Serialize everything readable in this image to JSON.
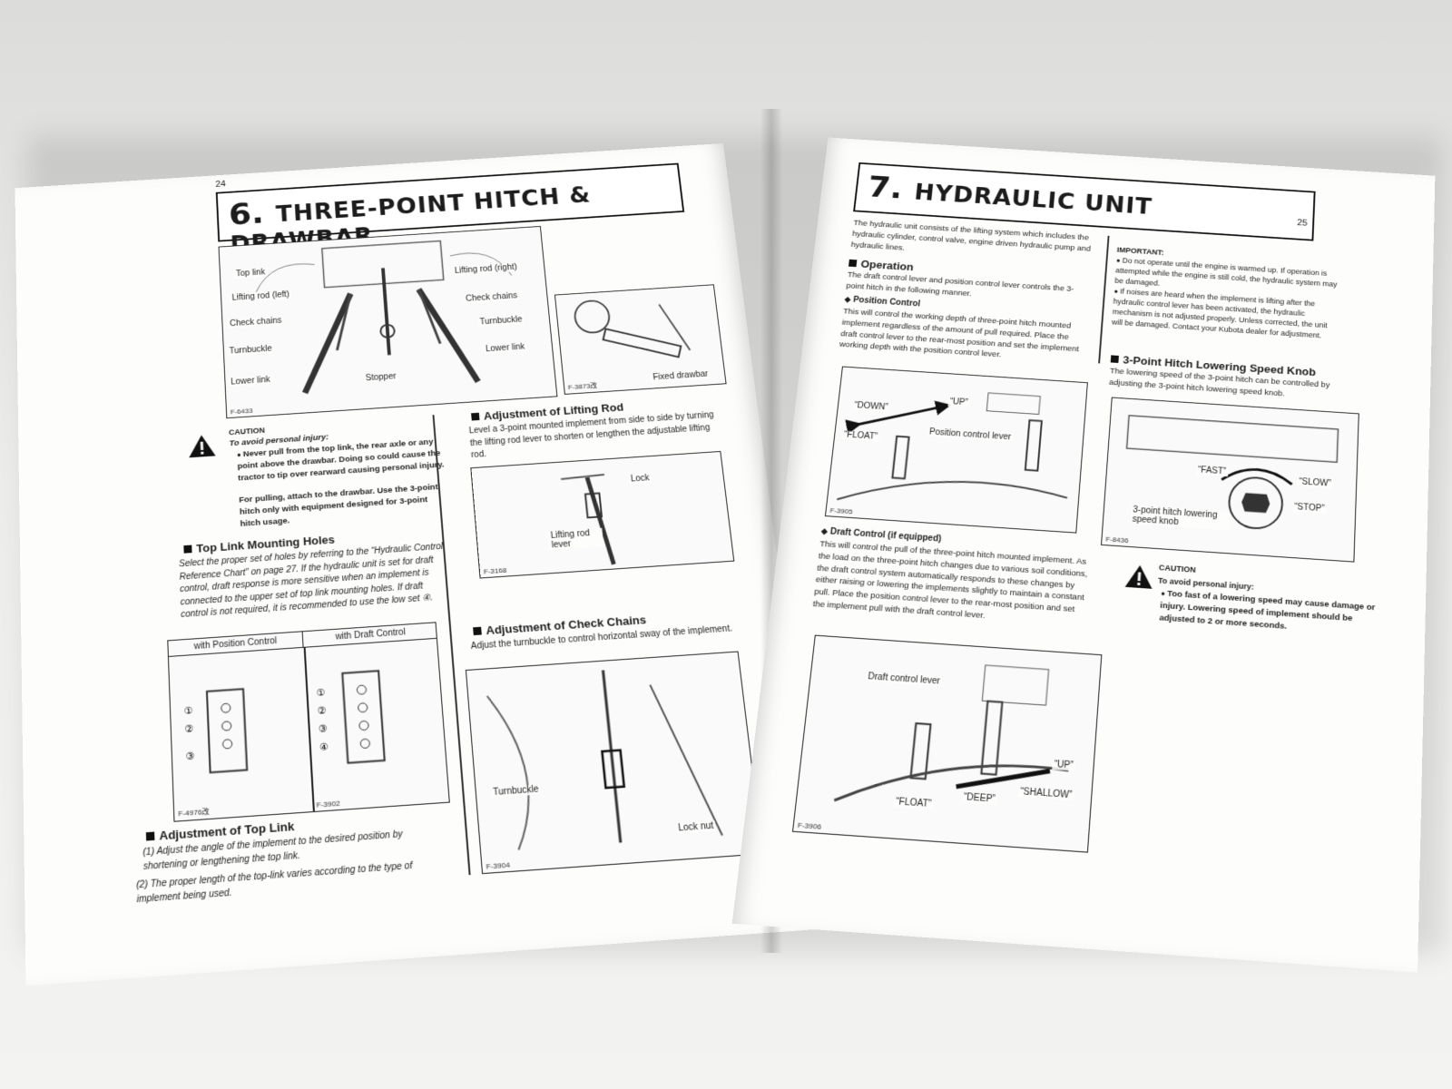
{
  "left": {
    "page_number": "24",
    "title_num": "6.",
    "title_text": "THREE-POINT HITCH & DRAWBAR",
    "fig1": {
      "code": "F-6433",
      "labels": [
        "Top link",
        "Lifting rod (left)",
        "Check chains",
        "Turnbuckle",
        "Lower link",
        "Stopper",
        "Lifting rod (right)",
        "Check chains",
        "Turnbuckle",
        "Lower link"
      ]
    },
    "fig2": {
      "code": "F-3873改",
      "label": "Fixed drawbar"
    },
    "caution": {
      "title": "CAUTION",
      "intro": "To avoid personal injury:",
      "bullet": "Never pull from the top link, the rear axle or any point above the drawbar. Doing so could cause the tractor to tip over rearward causing personal injury.",
      "text": "For pulling, attach to the drawbar. Use the 3-point hitch only with equipment designed for 3-point hitch usage."
    },
    "top_link_holes": {
      "heading": "Top Link Mounting Holes",
      "text": "Select the proper set of holes by referring to the “Hydraulic Control Reference Chart” on page 27. If the hydraulic unit is set for draft control, draft response is more sensitive when an implement is connected to the upper set of top link mounting holes. If draft control is not required, it is recommended to use the low set ④."
    },
    "fig3": {
      "header_left": "with Position Control",
      "header_right": "with Draft Control",
      "code_left": "F-4976改",
      "code_right": "F-3902"
    },
    "adj_top_link": {
      "heading": "Adjustment of Top Link",
      "item1": "(1)  Adjust the angle of the implement to the desired position by shortening or lengthening the top link.",
      "item2": "(2)  The proper length of the top-link varies according to the type of implement being used."
    },
    "adj_lifting_rod": {
      "heading": "Adjustment of Lifting Rod",
      "text": "Level a 3-point mounted implement from side to side by turning the lifting rod lever to shorten or lengthen the adjustable lifting rod."
    },
    "fig4": {
      "code": "F-3168",
      "label_lock": "Lock",
      "label_lever": "Lifting rod lever"
    },
    "adj_check_chains": {
      "heading": "Adjustment of Check Chains",
      "text": "Adjust the turnbuckle to control horizontal sway of the implement."
    },
    "fig5": {
      "code": "F-3904",
      "label_turnbuckle": "Turnbuckle",
      "label_locknut": "Lock nut"
    }
  },
  "right": {
    "page_number": "25",
    "title_num": "7.",
    "title_text": "HYDRAULIC UNIT",
    "intro": "The hydraulic unit consists of the lifting system which includes the hydraulic cylinder, control valve, engine driven hydraulic pump and hydraulic lines.",
    "operation": {
      "heading": "Operation",
      "text": "The draft control lever and position control lever controls the 3-point hitch in the following manner."
    },
    "position_control": {
      "heading": "Position Control",
      "text": "This will control the working depth of three-point hitch mounted implement regardless of the amount of pull required. Place the draft control lever to the rear-most position and set the implement working depth with the position control lever."
    },
    "fig6": {
      "code": "F-3905",
      "down": "“DOWN”",
      "up": "“UP”",
      "float": "“FLOAT”",
      "lever": "Position control lever"
    },
    "draft_control": {
      "heading": "Draft Control (if equipped)",
      "text": "This will control the pull of the three-point hitch mounted implement. As the load on the three-point hitch changes due to various soil conditions, the draft control system automatically responds to these changes by either raising or lowering the implements slightly to maintain a constant pull. Place the position control lever to the rear-most position and set the implement pull with the draft control lever."
    },
    "fig7": {
      "code": "F-3906",
      "lever": "Draft control lever",
      "up": "“UP”",
      "shallow": "“SHALLOW”",
      "deep": "“DEEP”",
      "float": "“FLOAT”"
    },
    "important": {
      "title": "IMPORTANT:",
      "b1": "Do not operate until the engine is warmed up. If operation is attempted while the engine is still cold, the hydraulic system may be damaged.",
      "b2": "If noises are heard when the implement is lifting after the hydraulic control lever has been activated, the hydraulic mechanism is not adjusted properly. Unless corrected, the unit will be damaged. Contact your Kubota dealer for adjustment."
    },
    "lowering_speed": {
      "heading": "3-Point Hitch Lowering Speed Knob",
      "text": "The lowering speed of the 3-point hitch can be controlled by adjusting the 3-point hitch lowering speed knob."
    },
    "fig8": {
      "code": "F-8436",
      "fast": "“FAST”",
      "slow": "“SLOW”",
      "stop": "“STOP”",
      "knob": "3-point hitch lowering speed knob"
    },
    "caution": {
      "title": "CAUTION",
      "intro": "To avoid personal injury:",
      "bullet": "Too fast of a lowering speed may cause damage or injury. Lowering speed of implement should be adjusted to 2 or more seconds."
    }
  }
}
